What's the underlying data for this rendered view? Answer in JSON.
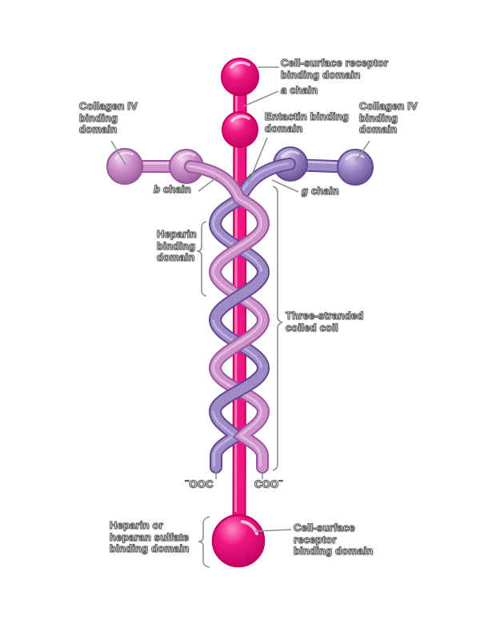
{
  "labels": {
    "cell_surface_receptor_top": "Cell-surface receptor\nbinding domain",
    "entactin": "Entactin binding\ndomain",
    "collagen_left": "Collagen IV\nbinding\ndomain",
    "collagen_right": "Collagen IV\nbinding\ndomain",
    "heparin": "Heparin\nbinding\ndomain",
    "coiled_coil": "Three-stranded\ncoiled coil",
    "heparan_sulfate": "Heparin or\nheparan sulfate\nbinding domain",
    "cell_surface_receptor_bottom": "Cell-surface\nreceptor\nbinding domain"
  },
  "chains": {
    "a": {
      "letter": "a",
      "word": "chain"
    },
    "b": {
      "letter": "b",
      "word": "chain"
    },
    "g": {
      "letter": "g",
      "word": "chain"
    }
  },
  "terminals": {
    "left_sign": "−",
    "left_text": "OOC",
    "right_text": "COO",
    "right_sign": "−"
  },
  "colors": {
    "magenta": "#EE1680",
    "magentaDk": "#C0005F",
    "magentaHi": "#FF87C2",
    "orchid": "#CE93CB",
    "orchidDk": "#96589A",
    "orchidHi": "#EFD4EE",
    "purple": "#9E8BC8",
    "purpleDk": "#64498F",
    "purpleHi": "#D4C9EC",
    "line": "#8F8F8F",
    "textEdge": "#5A5A5A"
  }
}
